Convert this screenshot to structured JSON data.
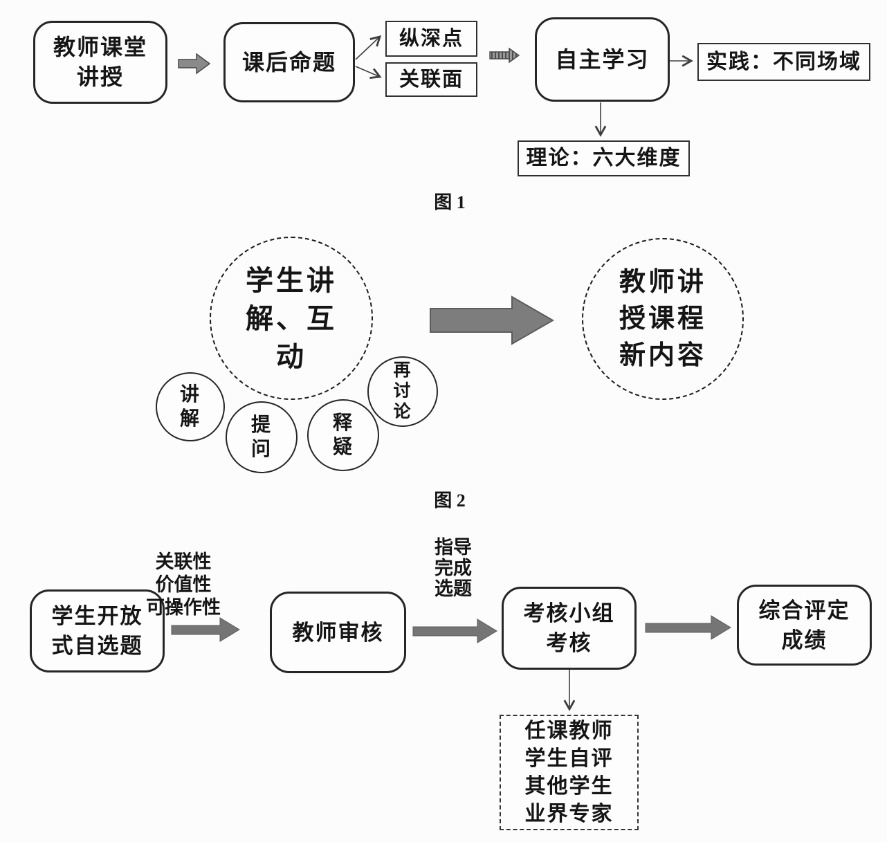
{
  "colors": {
    "background": "#fcfcfc",
    "box_border": "#262626",
    "text": "#151515",
    "arrow_fill": "#8a8a8a",
    "arrow_dark": "#6f6f6f",
    "big_arrow": "#7d7d7d"
  },
  "figure1": {
    "caption": "图 1",
    "teacher_lecture": {
      "line1": "教师课堂",
      "line2": "讲授"
    },
    "post_class_topic": {
      "label": "课后命题"
    },
    "depth_point": {
      "label": "纵深点"
    },
    "relation_surface": {
      "label": "关联面"
    },
    "self_study": {
      "label": "自主学习"
    },
    "practice": {
      "label": "实践：不同场域"
    },
    "theory": {
      "label": "理论：六大维度"
    }
  },
  "figure2": {
    "caption": "图 2",
    "student_circle": {
      "line1": "学生讲",
      "line2": "解、互",
      "line3": "动"
    },
    "explain": {
      "line1": "讲",
      "line2": "解"
    },
    "question": {
      "line1": "提",
      "line2": "问"
    },
    "clarify": {
      "line1": "释",
      "line2": "疑"
    },
    "rediscuss": {
      "line1": "再",
      "line2": "讨",
      "line3": "论"
    },
    "teacher_circle": {
      "line1": "教师讲",
      "line2": "授课程",
      "line3": "新内容"
    }
  },
  "figure3": {
    "open_topic": {
      "line1": "学生开放",
      "line2": "式自选题"
    },
    "review_criteria": {
      "line1": "关联性",
      "line2": "价值性",
      "line3": "可操作性"
    },
    "teacher_review": {
      "label": "教师审核"
    },
    "guide_labels": {
      "line1": "指导",
      "line2": "完成",
      "line3": "选题"
    },
    "assessment_group": {
      "line1": "考核小组",
      "line2": "考核"
    },
    "final_grade": {
      "line1": "综合评定",
      "line2": "成绩"
    },
    "evaluators": {
      "line1": "任课教师",
      "line2": "学生自评",
      "line3": "其他学生",
      "line4": "业界专家"
    }
  }
}
